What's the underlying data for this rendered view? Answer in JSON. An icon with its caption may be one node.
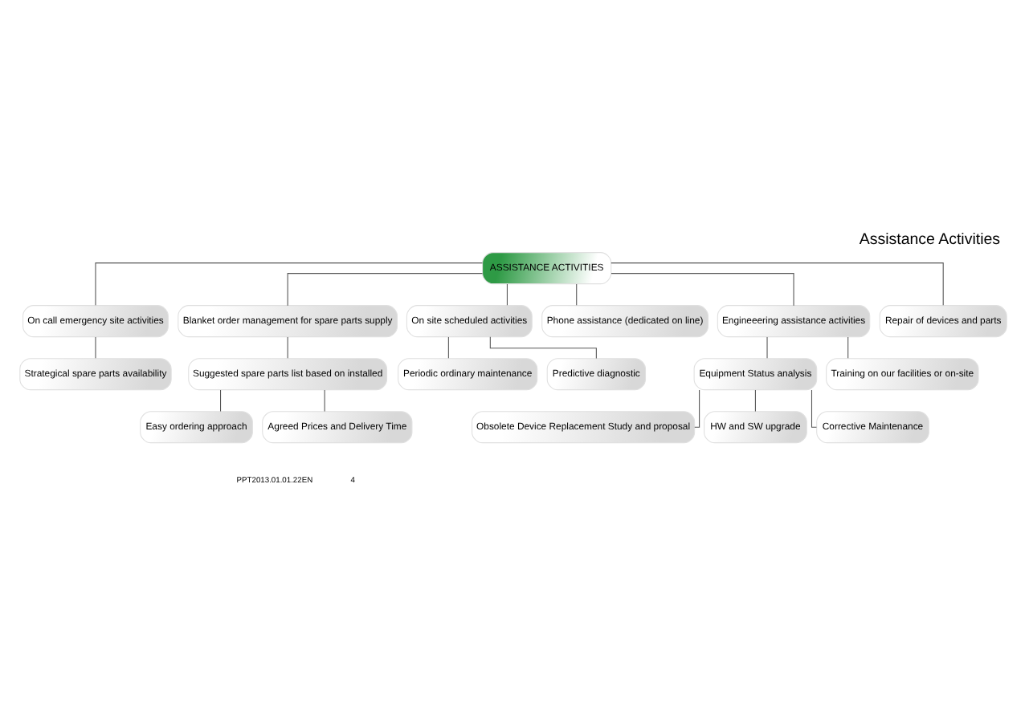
{
  "diagram": {
    "title": "Assistance Activities",
    "nodes": [
      {
        "text": [
          "ASSISTANCE ACTIVITIES"
        ]
      },
      {
        "text": [
          "On call emergency site activities"
        ]
      },
      {
        "text": [
          "Blanket order management for spare parts supply"
        ]
      },
      {
        "text": [
          "On site scheduled activities"
        ]
      },
      {
        "text": [
          "Phone assistance (dedicated on line)"
        ]
      },
      {
        "text": [
          "Engineeering assistance activities"
        ]
      },
      {
        "text": [
          "Repair of devices and parts"
        ]
      },
      {
        "text": [
          "Strategical spare parts availability"
        ]
      },
      {
        "text": [
          "Suggested spare parts list based on installed"
        ]
      },
      {
        "text": [
          "Periodic ordinary maintenance"
        ]
      },
      {
        "text": [
          "Predictive diagnostic"
        ]
      },
      {
        "text": [
          "Equipment Status analysis"
        ]
      },
      {
        "text": [
          "Training on our facilities or on-site"
        ]
      },
      {
        "text": [
          "Easy ordering approach"
        ]
      },
      {
        "text": [
          "Agreed Prices and Delivery Time"
        ]
      },
      {
        "text": [
          "Obsolete Device Replacement Study and proposal"
        ]
      },
      {
        "text": [
          "HW and SW upgrade"
        ]
      },
      {
        "text": [
          "Corrective Maintenance"
        ]
      }
    ],
    "edges": [
      {
        "from": 0,
        "to": 1,
        "arrow": "none"
      },
      {
        "from": 0,
        "to": 2,
        "arrow": "none"
      },
      {
        "from": 0,
        "to": 3,
        "arrow": "none"
      },
      {
        "from": 0,
        "to": 4,
        "arrow": "none"
      },
      {
        "from": 0,
        "to": 5,
        "arrow": "none"
      },
      {
        "from": 0,
        "to": 6,
        "arrow": "none"
      },
      {
        "from": 1,
        "to": 7,
        "arrow": "none"
      },
      {
        "from": 2,
        "to": 8,
        "arrow": "none"
      },
      {
        "from": 3,
        "to": 9,
        "arrow": "none"
      },
      {
        "from": 3,
        "to": 10,
        "arrow": "none"
      },
      {
        "from": 5,
        "to": 11,
        "arrow": "none"
      },
      {
        "from": 5,
        "to": 12,
        "arrow": "none"
      },
      {
        "from": 8,
        "to": 13,
        "arrow": "none"
      },
      {
        "from": 8,
        "to": 14,
        "arrow": "none"
      },
      {
        "from": 11,
        "to": 15,
        "arrow": "none"
      },
      {
        "from": 11,
        "to": 16,
        "arrow": "none"
      },
      {
        "from": 11,
        "to": 17,
        "arrow": "none"
      }
    ],
    "labels": [
      "PPT2013.01.01.22EN",
      "4"
    ]
  }
}
